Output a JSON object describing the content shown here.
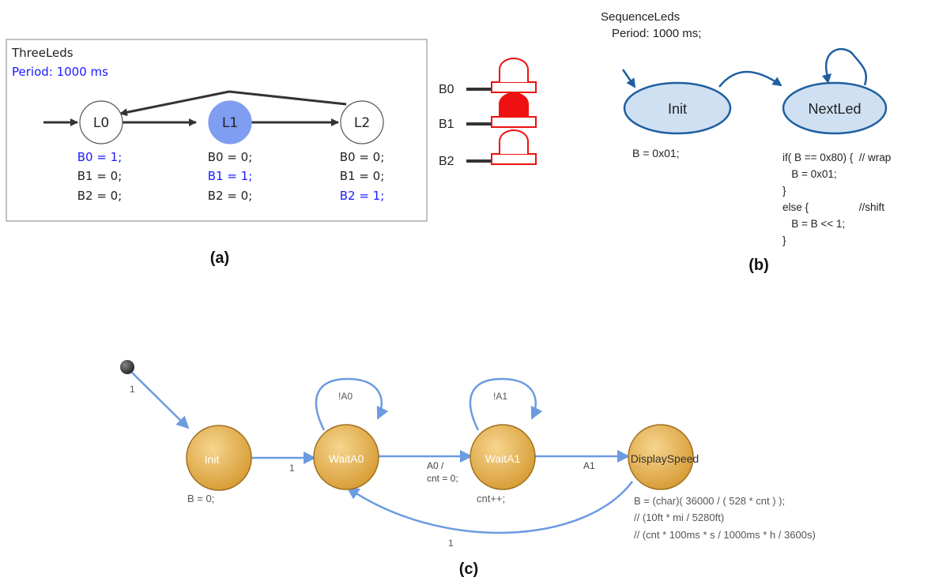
{
  "panel_a": {
    "caption": "(a)",
    "name": "ThreeLeds",
    "period": "Period: 1000 ms",
    "states": [
      {
        "label": "L0",
        "actions": [
          "B0 = 1;",
          "B1 = 0;",
          "B2 = 0;"
        ]
      },
      {
        "label": "L1",
        "actions": [
          "B0 = 0;",
          "B1 = 1;",
          "B2 = 0;"
        ]
      },
      {
        "label": "L2",
        "actions": [
          "B0 = 0;",
          "B1 = 0;",
          "B2 = 1;"
        ]
      }
    ],
    "leds": [
      {
        "label": "B0",
        "on": false
      },
      {
        "label": "B1",
        "on": true
      },
      {
        "label": "B2",
        "on": false
      }
    ],
    "colors": {
      "active_state": "#7f9ef2",
      "highlight_text": "#1a1aff",
      "led": "#ee1111"
    }
  },
  "panel_b": {
    "caption": "(b)",
    "name": "SequenceLeds",
    "period": "Period: 1000 ms;",
    "states": [
      {
        "label": "Init"
      },
      {
        "label": "NextLed"
      }
    ],
    "init_action": "B = 0x01;",
    "nextled_actions": [
      "if( B == 0x80) {  // wrap",
      "   B = 0x01;",
      "}",
      "else {                 //shift",
      "   B = B << 1;",
      "}"
    ],
    "colors": {
      "state_fill": "#cfe0f3",
      "state_stroke": "#1f5fa0"
    }
  },
  "panel_c": {
    "caption": "(c)",
    "states": [
      {
        "label": "Init",
        "action": "B = 0;"
      },
      {
        "label": "WaitA0",
        "self_loop": "!A0"
      },
      {
        "label": "WaitA1",
        "self_loop": "!A1",
        "action": "cnt++;"
      },
      {
        "label": "DisplaySpeed",
        "actions": [
          "B = (char)( 36000 / ( 528 * cnt ) );",
          "// (10ft * mi / 5280ft)",
          "// (cnt * 100ms * s / 1000ms * h / 3600s)"
        ]
      }
    ],
    "transitions": {
      "start_to_init": "1",
      "init_to_waita0": "1",
      "waita0_to_waita1": [
        "A0 /",
        "cnt = 0;"
      ],
      "waita1_to_display": "A1",
      "display_to_waita0": "1"
    },
    "colors": {
      "state_fill": "#e8b04a",
      "state_stroke": "#a07020",
      "arrow": "#6b9be0"
    }
  }
}
